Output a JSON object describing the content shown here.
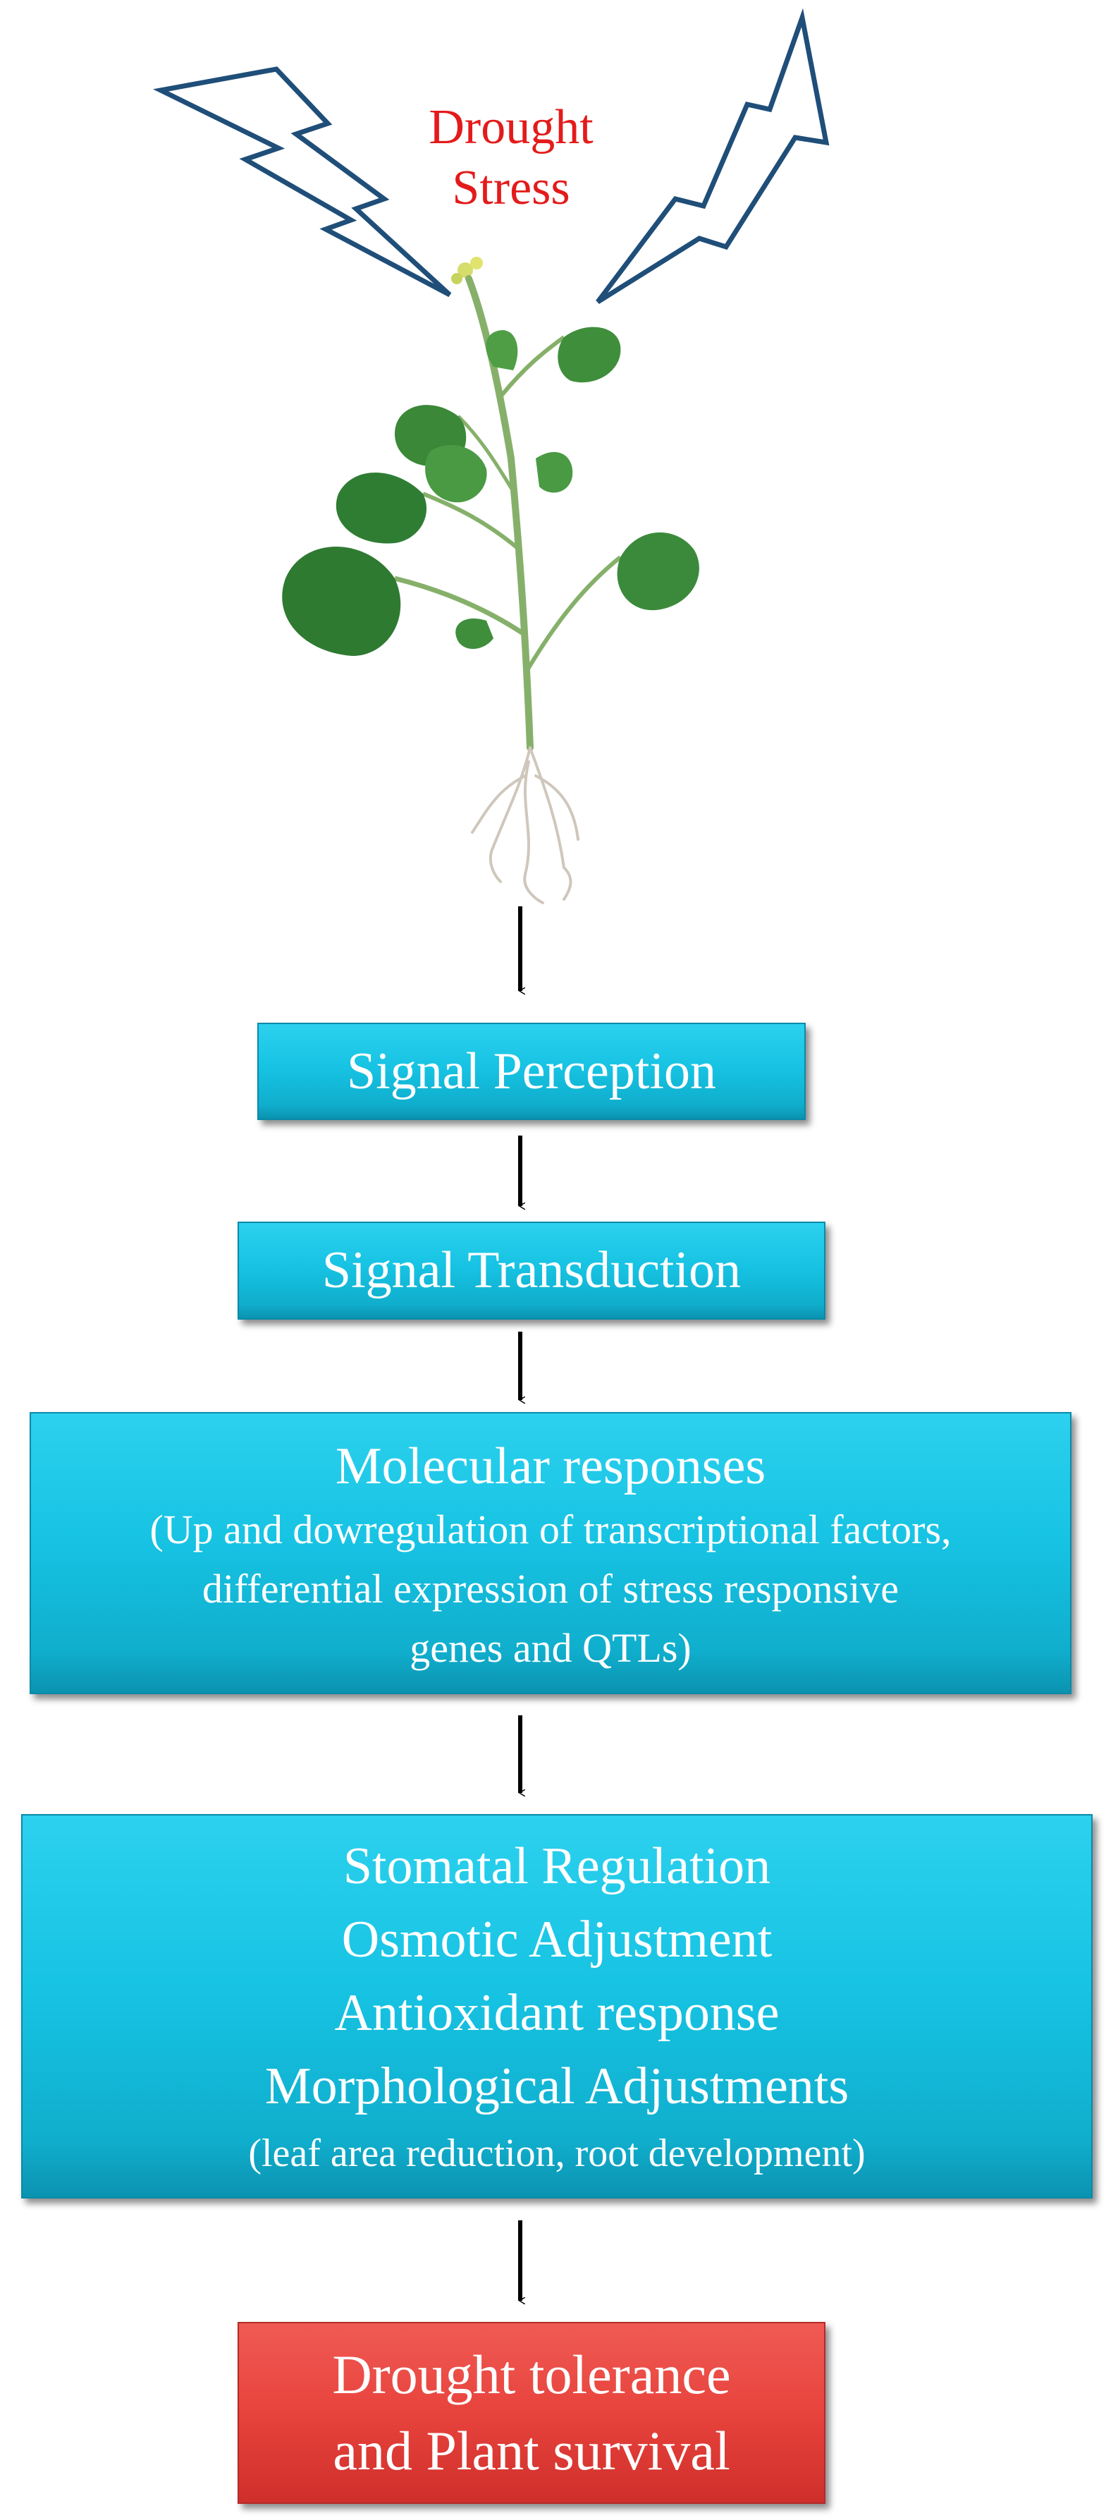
{
  "stress": {
    "line1": "Drought",
    "line2": "Stress",
    "color": "#e31b1b"
  },
  "steps": {
    "signal_perception": "Signal Perception",
    "signal_transduction": "Signal Transduction",
    "molecular": {
      "title": "Molecular responses",
      "detail1": "(Up and dowregulation of transcriptional factors,",
      "detail2": "differential expression  of stress responsive",
      "detail3": "genes and QTLs)"
    },
    "adjustments": {
      "line1": "Stomatal Regulation",
      "line2": "Osmotic Adjustment",
      "line3": "Antioxidant response",
      "line4": "Morphological Adjustments",
      "detail": "(leaf area reduction, root development)"
    }
  },
  "outcome": {
    "line1": "Drought tolerance",
    "line2": "and Plant survival"
  },
  "colors": {
    "box_fill": "#17c3e3",
    "box_border": "#0a8aa8",
    "outcome_fill": "#e8433d",
    "lightning_stroke": "#1f4e79",
    "plant_green": "#3f8e3c",
    "arrow": "#000000"
  }
}
